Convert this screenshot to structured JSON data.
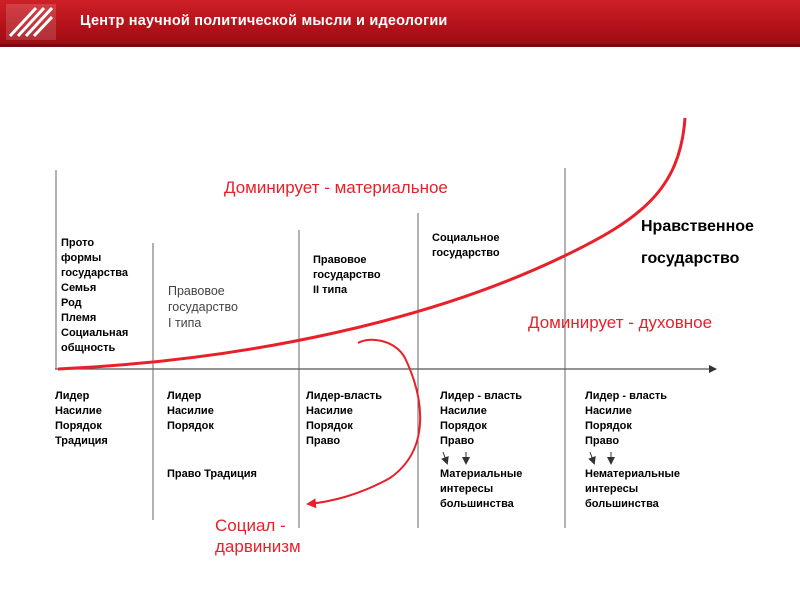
{
  "header": {
    "title": "Центр научной политической мысли и идеологии",
    "color": "#c0151d"
  },
  "top_label": "Доминирует  -  материальное",
  "bottom_right_label": "Доминирует - духовное",
  "moral_state": "Нравственное\nгосударство",
  "social_darwinism": "Социал -\nдарвинизм",
  "stages": [
    {
      "name": "Прото\nформы\nгосударства\nСемья\nРод\nПлемя\nСоциальная\nобщность",
      "features": "Лидер\nНасилие\nПорядок\nТрадиция"
    },
    {
      "name": "Правовое\nгосударство\nI типа",
      "features": "Лидер\nНасилие\nПорядок",
      "extra": "Право  Традиция"
    },
    {
      "name": "Правовое\nгосударство\nII типа",
      "features": "Лидер-власть\nНасилие\nПорядок\nПраво"
    },
    {
      "name": "Социальное\nгосударство",
      "features": "Лидер - власть\nНасилие\nПорядок\nПраво",
      "extra": "Материальные\nинтересы\nбольшинства"
    },
    {
      "name": "",
      "features": "Лидер - власть\nНасилие\nПорядок\nПраво",
      "extra": "Нематериальные\nинтересы\nбольшинства"
    }
  ],
  "colors": {
    "accent": "#e8202a",
    "line": "#555555"
  }
}
